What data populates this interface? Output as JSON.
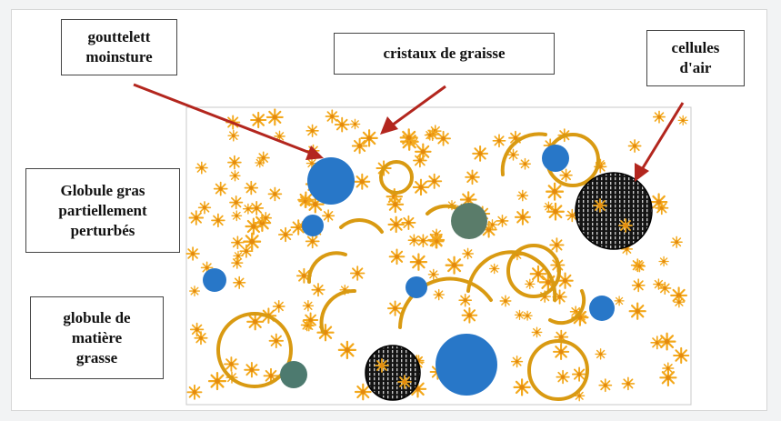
{
  "labels": {
    "gouttelette": [
      "gouttelett",
      "moinsture"
    ],
    "cristaux": [
      "cristaux de graisse"
    ],
    "cellules": [
      "cellules",
      "d'air"
    ],
    "globule_gras": [
      "Globule gras",
      "partiellement",
      "perturbés"
    ],
    "globule_matiere": [
      "globule de",
      "matière",
      "grasse"
    ]
  },
  "colors": {
    "arrow": "#b3261e",
    "water_droplet": "#2877c8",
    "fat_crystal": "#f3a81c",
    "fat_globule_ring": "#d99a12",
    "air_cell": "#141414",
    "air_cell_dots": "#c9c9c9"
  }
}
